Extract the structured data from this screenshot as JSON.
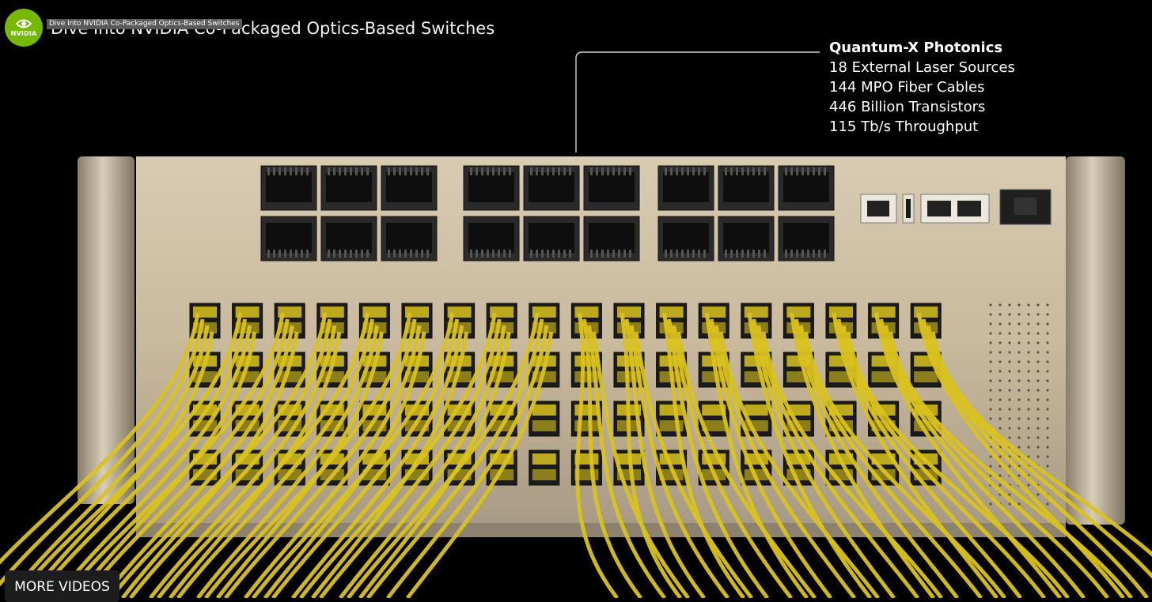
{
  "video": {
    "title": "Dive Into NVIDIA Co-Packaged Optics-Based Switches",
    "tooltip": "Dive Into NVIDIA Co-Packaged Optics-Based Switches"
  },
  "channel": {
    "brand": "NVIDIA",
    "color": "#76b900"
  },
  "callout": {
    "heading": "Quantum-X Photonics",
    "lines": [
      "18 External Laser Sources",
      "144 MPO Fiber Cables",
      "446 Billion Transistors",
      "115 Tb/s Throughput"
    ]
  },
  "colors": {
    "chassis": "#c8b89e",
    "cable": "#d9c21e",
    "background": "#000000"
  },
  "controls": {
    "more_videos_label": "MORE VIDEOS"
  }
}
